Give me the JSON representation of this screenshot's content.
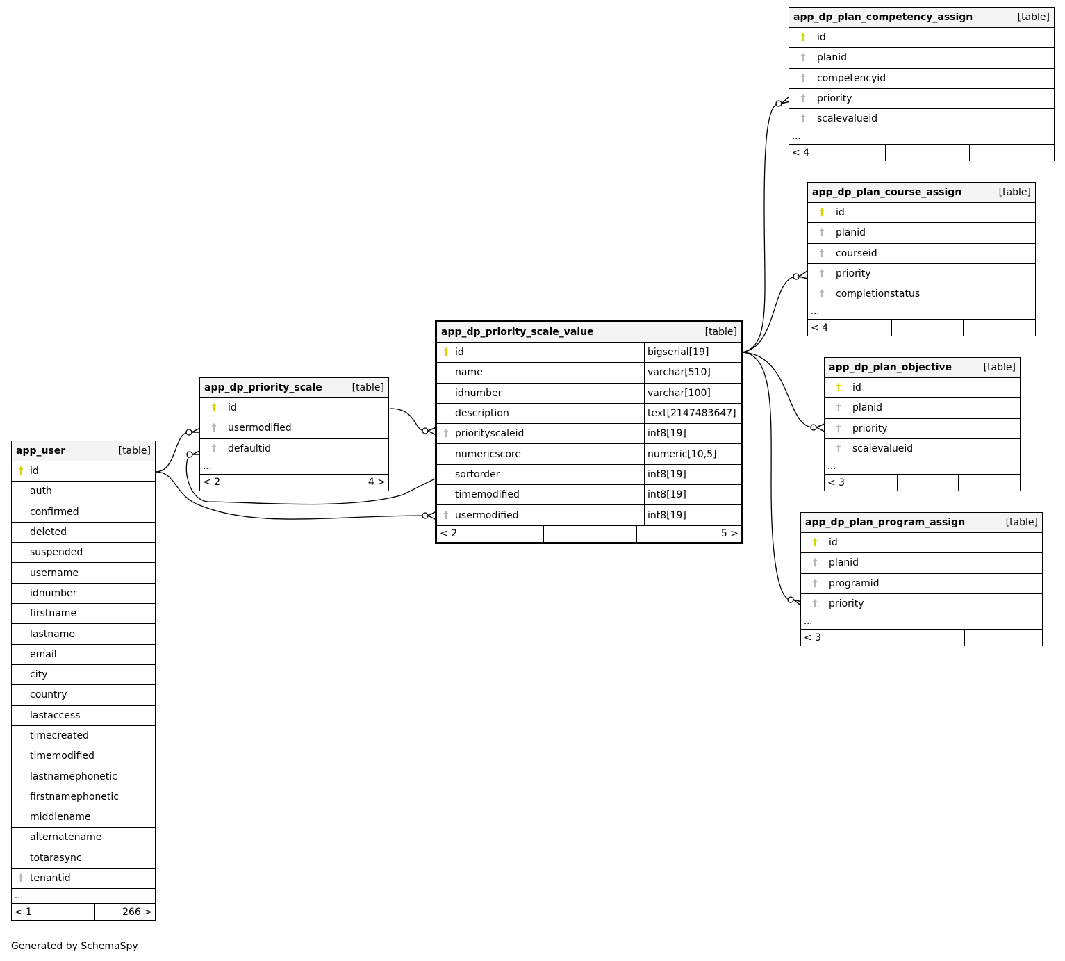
{
  "tables": {
    "app_user": {
      "name": "app_user",
      "kind": "[table]",
      "columns": [
        {
          "name": "id",
          "key": "pk"
        },
        {
          "name": "auth",
          "key": ""
        },
        {
          "name": "confirmed",
          "key": ""
        },
        {
          "name": "deleted",
          "key": ""
        },
        {
          "name": "suspended",
          "key": ""
        },
        {
          "name": "username",
          "key": ""
        },
        {
          "name": "idnumber",
          "key": ""
        },
        {
          "name": "firstname",
          "key": ""
        },
        {
          "name": "lastname",
          "key": ""
        },
        {
          "name": "email",
          "key": ""
        },
        {
          "name": "city",
          "key": ""
        },
        {
          "name": "country",
          "key": ""
        },
        {
          "name": "lastaccess",
          "key": ""
        },
        {
          "name": "timecreated",
          "key": ""
        },
        {
          "name": "timemodified",
          "key": ""
        },
        {
          "name": "lastnamephonetic",
          "key": ""
        },
        {
          "name": "firstnamephonetic",
          "key": ""
        },
        {
          "name": "middlename",
          "key": ""
        },
        {
          "name": "alternatename",
          "key": ""
        },
        {
          "name": "totarasync",
          "key": ""
        },
        {
          "name": "tenantid",
          "key": "fk"
        }
      ],
      "more": "...",
      "footer": {
        "left": "< 1",
        "mid": "",
        "right": "266 >"
      }
    },
    "app_dp_priority_scale": {
      "name": "app_dp_priority_scale",
      "kind": "[table]",
      "columns": [
        {
          "name": "id",
          "key": "pk"
        },
        {
          "name": "usermodified",
          "key": "fk"
        },
        {
          "name": "defaultid",
          "key": "fk"
        }
      ],
      "more": "...",
      "footer": {
        "left": "< 2",
        "mid": "",
        "right": "4 >"
      }
    },
    "app_dp_priority_scale_value": {
      "name": "app_dp_priority_scale_value",
      "kind": "[table]",
      "columns": [
        {
          "name": "id",
          "key": "pk",
          "type": "bigserial[19]"
        },
        {
          "name": "name",
          "key": "",
          "type": "varchar[510]"
        },
        {
          "name": "idnumber",
          "key": "",
          "type": "varchar[100]"
        },
        {
          "name": "description",
          "key": "",
          "type": "text[2147483647]"
        },
        {
          "name": "priorityscaleid",
          "key": "fk",
          "type": "int8[19]"
        },
        {
          "name": "numericscore",
          "key": "",
          "type": "numeric[10,5]"
        },
        {
          "name": "sortorder",
          "key": "",
          "type": "int8[19]"
        },
        {
          "name": "timemodified",
          "key": "",
          "type": "int8[19]"
        },
        {
          "name": "usermodified",
          "key": "fk",
          "type": "int8[19]"
        }
      ],
      "footer": {
        "left": "< 2",
        "mid": "",
        "right": "5 >"
      }
    },
    "app_dp_plan_competency_assign": {
      "name": "app_dp_plan_competency_assign",
      "kind": "[table]",
      "columns": [
        {
          "name": "id",
          "key": "pk"
        },
        {
          "name": "planid",
          "key": "fk"
        },
        {
          "name": "competencyid",
          "key": "fk"
        },
        {
          "name": "priority",
          "key": "fk"
        },
        {
          "name": "scalevalueid",
          "key": "fk"
        }
      ],
      "more": "...",
      "footer": {
        "left": "< 4",
        "mid": "",
        "right": ""
      }
    },
    "app_dp_plan_course_assign": {
      "name": "app_dp_plan_course_assign",
      "kind": "[table]",
      "columns": [
        {
          "name": "id",
          "key": "pk"
        },
        {
          "name": "planid",
          "key": "fk"
        },
        {
          "name": "courseid",
          "key": "fk"
        },
        {
          "name": "priority",
          "key": "fk"
        },
        {
          "name": "completionstatus",
          "key": "fk"
        }
      ],
      "more": "...",
      "footer": {
        "left": "< 4",
        "mid": "",
        "right": ""
      }
    },
    "app_dp_plan_objective": {
      "name": "app_dp_plan_objective",
      "kind": "[table]",
      "columns": [
        {
          "name": "id",
          "key": "pk"
        },
        {
          "name": "planid",
          "key": "fk"
        },
        {
          "name": "priority",
          "key": "fk"
        },
        {
          "name": "scalevalueid",
          "key": "fk"
        }
      ],
      "more": "...",
      "footer": {
        "left": "< 3",
        "mid": "",
        "right": ""
      }
    },
    "app_dp_plan_program_assign": {
      "name": "app_dp_plan_program_assign",
      "kind": "[table]",
      "columns": [
        {
          "name": "id",
          "key": "pk"
        },
        {
          "name": "planid",
          "key": "fk"
        },
        {
          "name": "programid",
          "key": "fk"
        },
        {
          "name": "priority",
          "key": "fk"
        }
      ],
      "more": "...",
      "footer": {
        "left": "< 3",
        "mid": "",
        "right": ""
      }
    }
  },
  "icons": {
    "pk": "primary-key-icon",
    "fk": "foreign-key-icon",
    "key_glyph": "⚲"
  },
  "colors": {
    "pk": "#d6d600",
    "fk": "#b8b8b8",
    "header_bg": "#f4f4f4"
  },
  "generated_by": "Generated by SchemaSpy"
}
